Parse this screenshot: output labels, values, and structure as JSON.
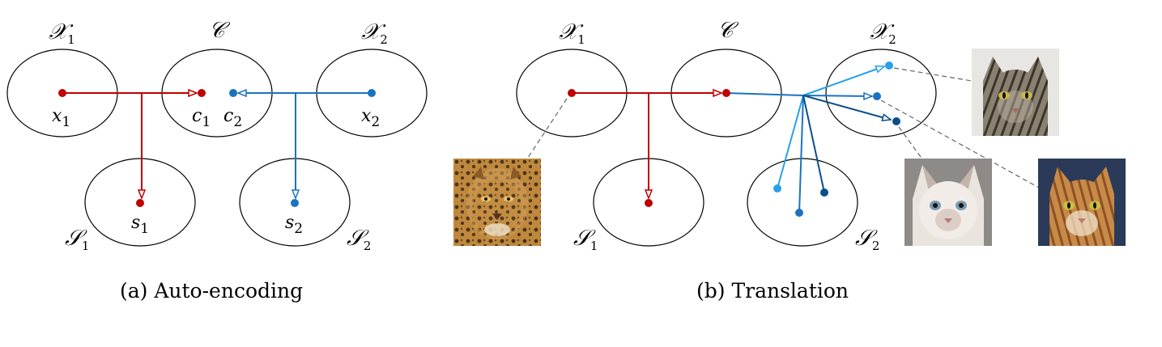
{
  "colors": {
    "red": "#c00000",
    "blue": "#1a73c0",
    "light_blue": "#2aa0e6",
    "dark_blue": "#0a4f8a"
  },
  "panel_a": {
    "caption": "(a) Auto-encoding",
    "domain_x1": {
      "base": "𝒳",
      "sub": "1"
    },
    "domain_c": "𝒞",
    "domain_x2": {
      "base": "𝒳",
      "sub": "2"
    },
    "style_s1": {
      "base": "𝒮",
      "sub": "1"
    },
    "style_s2": {
      "base": "𝒮",
      "sub": "2"
    },
    "point_x1": {
      "base": "x",
      "sub": "1"
    },
    "point_c1": {
      "base": "c",
      "sub": "1"
    },
    "point_c2": {
      "base": "c",
      "sub": "2"
    },
    "point_x2": {
      "base": "x",
      "sub": "2"
    },
    "point_s1": {
      "base": "s",
      "sub": "1"
    },
    "point_s2": {
      "base": "s",
      "sub": "2"
    }
  },
  "panel_b": {
    "caption": "(b) Translation",
    "domain_x1": {
      "base": "𝒳",
      "sub": "1"
    },
    "domain_c": "𝒞",
    "domain_x2": {
      "base": "𝒳",
      "sub": "2"
    },
    "style_s1": {
      "base": "𝒮",
      "sub": "1"
    },
    "style_s2": {
      "base": "𝒮",
      "sub": "2"
    },
    "images": [
      "leopard-photo",
      "tabby-cat-photo",
      "siamese-cat-photo",
      "orange-cat-photo"
    ]
  }
}
